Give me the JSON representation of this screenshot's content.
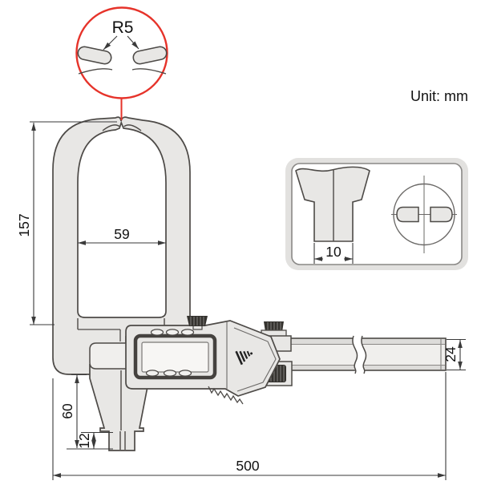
{
  "unit_note": {
    "unit_label": "Unit: mm"
  },
  "callout": {
    "radius_label": "R5"
  },
  "dimensions": {
    "arch_height_mm": "157",
    "arch_inner_width_mm": "59",
    "lower_jaw_depth_mm": "60",
    "lower_tip_length_mm": "12",
    "beam_height_mm": "24",
    "overall_length_mm": "500",
    "tip_width_mm": "10"
  },
  "icons": {
    "brand_logo": "fan-bars-logo"
  },
  "colors": {
    "accent_red": "#e6332a",
    "body_gray": "#e8e7e5",
    "outline": "#4d4a47",
    "dim_line": "#3a3a3a",
    "knurl_dark": "#35332f"
  }
}
